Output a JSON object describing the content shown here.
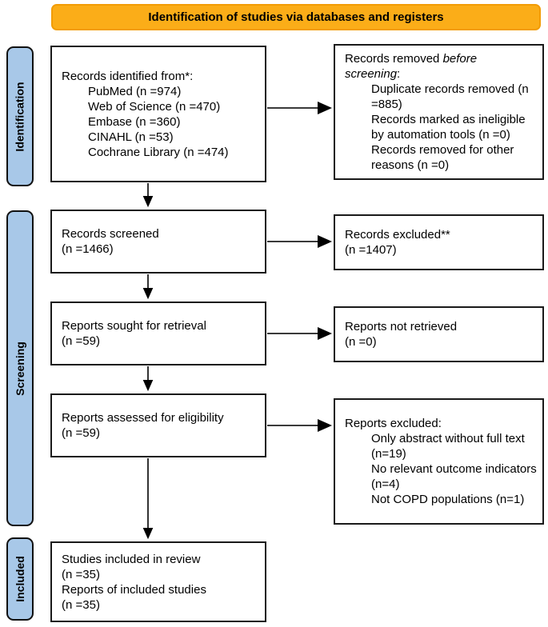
{
  "banner": {
    "label": "Identification of studies via databases and registers"
  },
  "colors": {
    "banner_bg": "#FBAD18",
    "banner_border": "#F29C05",
    "sidebar_bg": "#A8C8E8"
  },
  "sidebar": {
    "items": [
      {
        "label": "Identification"
      },
      {
        "label": "Screening"
      },
      {
        "label": "Included"
      }
    ]
  },
  "flow": {
    "identified": {
      "title": "Records identified from*:",
      "items": [
        "PubMed (n =974)",
        "Web of Science (n =470)",
        "Embase (n =360)",
        "CINAHL (n =53)",
        "Cochrane Library  (n =474)"
      ]
    },
    "removed": {
      "line1_normal": "Records removed ",
      "line1_italic": "before",
      "line2_italic": "screening",
      "line2_suffix": ":",
      "items": [
        "Duplicate records removed (n =885)",
        "Records marked as ineligible by automation tools (n =0)",
        "Records removed for other reasons (n =0)"
      ]
    },
    "screened": {
      "line1": "Records screened",
      "line2": "(n =1466)"
    },
    "excluded": {
      "line1": "Records excluded**",
      "line2": "(n =1407)"
    },
    "sought": {
      "line1": "Reports sought for retrieval",
      "line2": "(n =59)"
    },
    "not_retrieved": {
      "line1": "Reports not retrieved",
      "line2": "(n =0)"
    },
    "assessed": {
      "line1": "Reports assessed for eligibility",
      "line2": "(n =59)"
    },
    "reports_excluded": {
      "title": "Reports excluded:",
      "items": [
        "Only abstract without full text (n=19)",
        "No relevant outcome indicators (n=4)",
        "Not COPD populations (n=1)"
      ]
    },
    "included": {
      "lines": [
        "Studies included in review",
        "(n =35)",
        "Reports of included studies",
        "(n =35)"
      ]
    }
  }
}
